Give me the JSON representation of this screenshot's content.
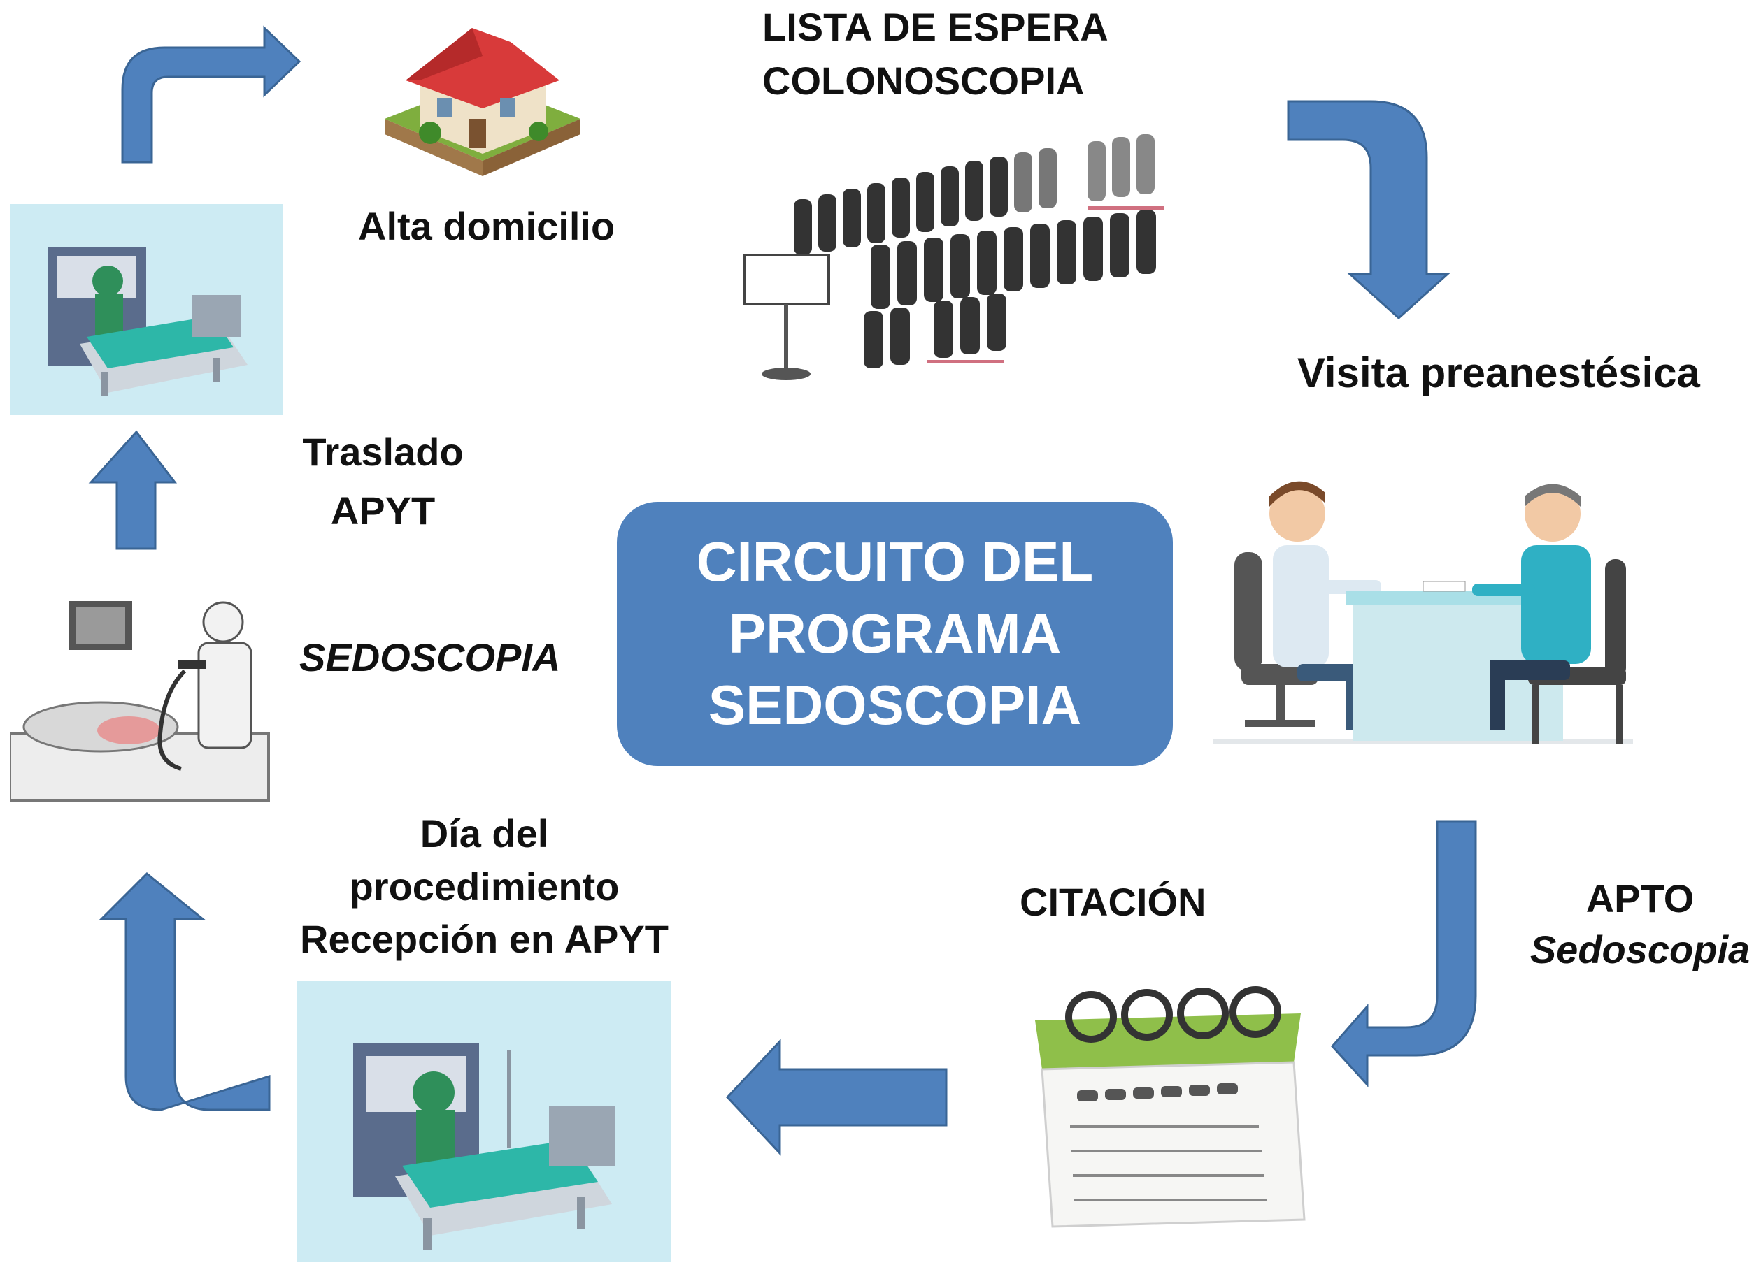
{
  "center": {
    "line1": "CIRCUITO DEL",
    "line2": "PROGRAMA",
    "line3": "SEDOSCOPIA"
  },
  "steps": {
    "waiting_list": {
      "line1": "LISTA DE ESPERA",
      "line2": "COLONOSCOPIA"
    },
    "pre_anesthesia": {
      "label": "Visita preanestésica"
    },
    "fit": {
      "line1": "APTO",
      "line2": "Sedoscopia"
    },
    "appointment": {
      "label": "CITACIÓN"
    },
    "procedure_day": {
      "line1": "Día del",
      "line2": "procedimiento",
      "line3": "Recepción en APYT"
    },
    "sedoscopy": {
      "label": "SEDOSCOPIA"
    },
    "transfer": {
      "line1": "Traslado",
      "line2": "APYT"
    },
    "discharge": {
      "label": "Alta domicilio"
    }
  },
  "colors": {
    "arrow": "#4f81bd",
    "arrow_border": "#3a6595",
    "hub": "#4f81bd",
    "recovery_panel": "#cdebf3"
  },
  "icons": {
    "house": "house-icon",
    "queue": "waiting-queue-icon",
    "consultation": "doctor-patient-consultation-icon",
    "calendar": "calendar-icon",
    "recovery_room": "recovery-room-icon",
    "endoscopy": "endoscopy-procedure-icon"
  }
}
